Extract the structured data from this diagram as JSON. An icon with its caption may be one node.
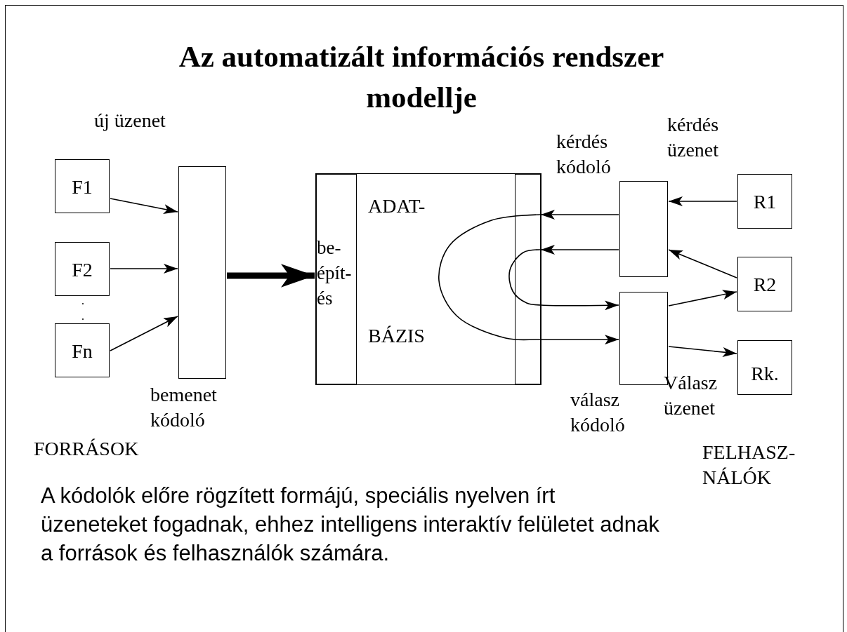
{
  "diagram": {
    "title": "Az automatizált információs rendszer modellje",
    "caption": "A kódolók előre rögzített formájú, speciális nyelven írt üzeneteket fogadnak, ehhez intelligens interaktív felületet adnak a források és felhasználók számára.",
    "nodes": [
      {
        "text": [
          "F1"
        ]
      },
      {
        "text": [
          "F2"
        ]
      },
      {
        "text": [
          "Fn"
        ]
      },
      {
        "text": [],
        "shape": "box",
        "beside": [
          "bemenet kódoló"
        ]
      },
      {
        "text": [
          "ADAT-",
          "BÁZIS"
        ]
      },
      {
        "text": [
          "be- épít- és"
        ],
        "in": 4
      },
      {
        "text": [],
        "shape": "box",
        "in": 4
      },
      {
        "text": [],
        "shape": "box",
        "beside": [
          "kérdés kódoló"
        ]
      },
      {
        "text": [],
        "shape": "box",
        "beside": [
          "válasz kódoló"
        ]
      },
      {
        "text": [
          "R1"
        ]
      },
      {
        "text": [
          "R2"
        ]
      },
      {
        "text": [
          "Rk."
        ]
      }
    ],
    "edges": [
      {
        "from": 0,
        "to": 3,
        "arrow": "to"
      },
      {
        "from": 1,
        "to": 3,
        "arrow": "to"
      },
      {
        "from": 2,
        "to": 3,
        "arrow": "to"
      },
      {
        "from": 3,
        "to": 5,
        "arrow": "to",
        "style": "thick"
      },
      {
        "from": 7,
        "to": 6,
        "arrow": "to"
      },
      {
        "from": 7,
        "to": 6,
        "arrow": "to"
      },
      {
        "from": 6,
        "to": 8,
        "arrow": "to"
      },
      {
        "from": 6,
        "to": 8,
        "arrow": "to"
      },
      {
        "from": 9,
        "to": 7,
        "arrow": "to"
      },
      {
        "from": 10,
        "to": 7,
        "arrow": "to"
      },
      {
        "from": 8,
        "to": 10,
        "arrow": "to"
      },
      {
        "from": 8,
        "to": 11,
        "arrow": "to"
      }
    ],
    "labels": [
      "új üzenet",
      "kérdés üzenet",
      "Válasz üzenet",
      "FORRÁSOK",
      "FELHASZ- NÁLÓK"
    ]
  }
}
